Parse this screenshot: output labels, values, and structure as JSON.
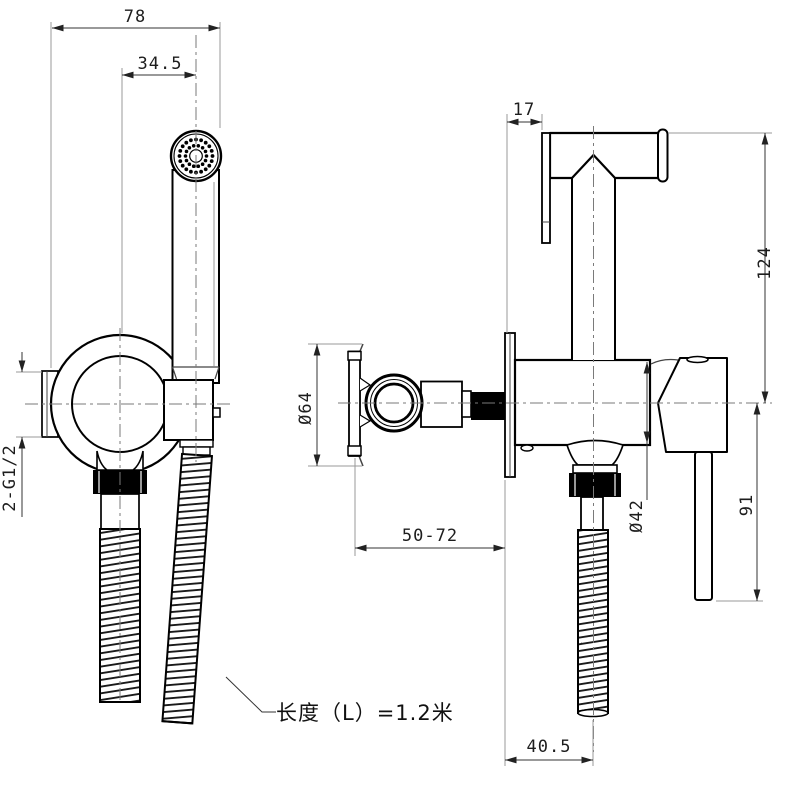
{
  "drawing": {
    "type": "technical-drawing",
    "subject": "handheld bidet sprayer with wall valve, two orthographic views",
    "colors": {
      "line": "#000000",
      "background": "#ffffff",
      "dimension_text": "#1d1d1d"
    },
    "dimensions": {
      "dim_78": "78",
      "dim_34_5": "34.5",
      "thread_spec": "2-G1/2",
      "dim_17": "17",
      "dim_124": "124",
      "dia_64": "Ø64",
      "dim_50_72": "50-72",
      "dia_42": "Ø42",
      "dim_91": "91",
      "dim_40_5": "40.5"
    },
    "annotations": {
      "hose_length_note": "长度（L）=1.2米"
    }
  }
}
